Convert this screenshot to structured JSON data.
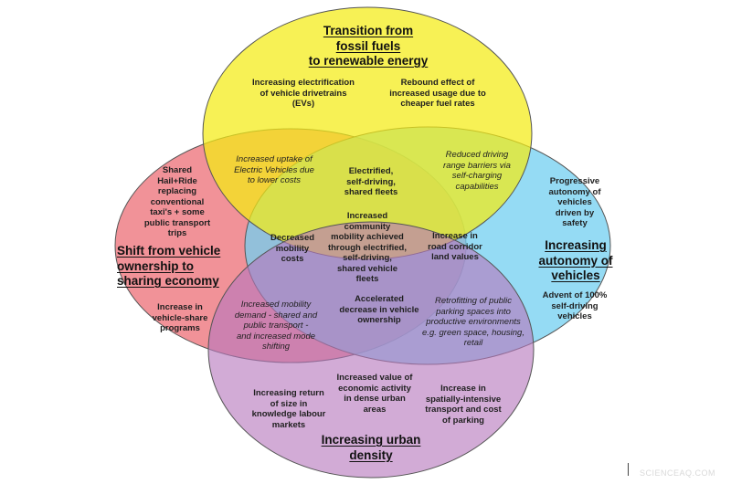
{
  "circles": {
    "fuels": {
      "title": "Transition from\nfossil fuels\nto renewable energy",
      "items": [
        "Increasing electrification\nof vehicle drivetrains\n(EVs)",
        "Rebound effect of\nincreased usage due to\ncheaper fuel rates"
      ],
      "color": "#f4ec13"
    },
    "sharing": {
      "title": "Shift from vehicle\nownership to\nsharing economy",
      "items": [
        "Shared\nHail+Ride\nreplacing\nconventional\ntaxi's + some\npublic transport\ntrips",
        "Increase in\nvehicle-share\nprograms"
      ],
      "color": "#ee7f86"
    },
    "autonomy": {
      "title": "Increasing\nautonomy of\nvehicles",
      "items": [
        "Progressive\nautonomy of\nvehicles\ndriven by\nsafety",
        "Advent of 100%\nself-driving\nvehicles"
      ],
      "color": "#72cff0"
    },
    "density": {
      "title": "Increasing urban\ndensity",
      "items": [
        "Increasing return\nof size in\nknowledge labour\nmarkets",
        "Increased value of\neconomic activity\nin dense urban\nareas",
        "Increase in\nspatially-intensive\ntransport and cost\nof parking"
      ],
      "color": "#c48fc8"
    }
  },
  "overlaps": {
    "fuels_sharing": "Increased uptake of\nElectric Vehicles due\nto lower costs",
    "fuels_autonomy": "Reduced driving\nrange barriers via\nself-charging\ncapabilities",
    "fuels_sharing_autonomy": "Electrified,\nself-driving,\nshared fleets",
    "fuels_sharing_density": "Decreased\nmobility\ncosts",
    "fuels_autonomy_density": "Increase in\nroad corridor\nland values",
    "all_four": "Increased\ncommunity\nmobility achieved\nthrough electrified,\nself-driving,\nshared vehicle\nfleets",
    "sharing_autonomy_density": "Accelerated\ndecrease in vehicle\nownership",
    "sharing_density": "Increased mobility\ndemand - shared and\npublic transport -\nand increased mode\nshifting",
    "autonomy_density": "Retrofitting of public\nparking spaces into\nproductive environments\ne.g. green space, housing,\nretail"
  },
  "watermark": "SCIENCEAQ.COM"
}
